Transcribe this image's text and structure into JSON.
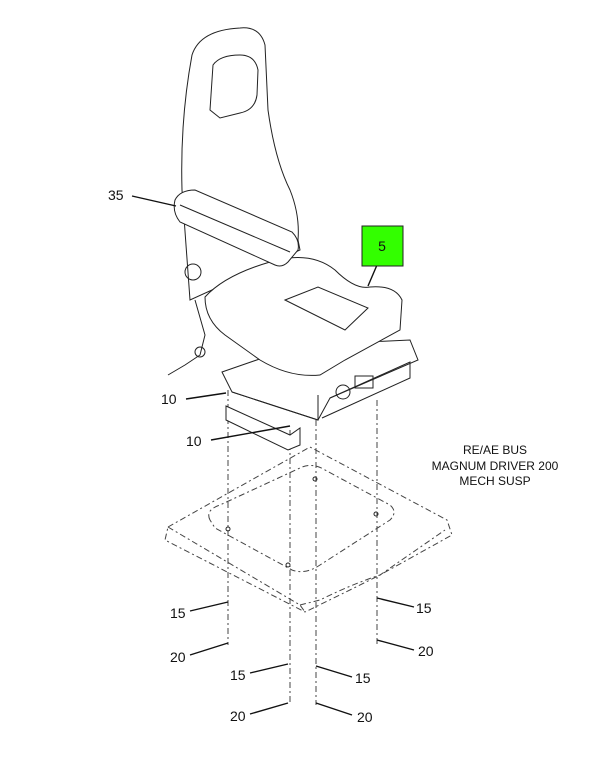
{
  "diagram": {
    "callouts": {
      "seat_assembly": "5",
      "armrest": "35",
      "bracket_upper": "10",
      "bracket_lower": "10",
      "bolt_left": "15",
      "nut_left": "20",
      "bolt_center_left": "15",
      "nut_center_left": "20",
      "bolt_center_right": "15",
      "nut_center_right": "20",
      "bolt_right": "15",
      "nut_right": "20"
    },
    "highlight_color": "#33ff00",
    "notes": [
      "RE/AE BUS",
      "MAGNUM DRIVER 200",
      "MECH SUSP"
    ]
  }
}
